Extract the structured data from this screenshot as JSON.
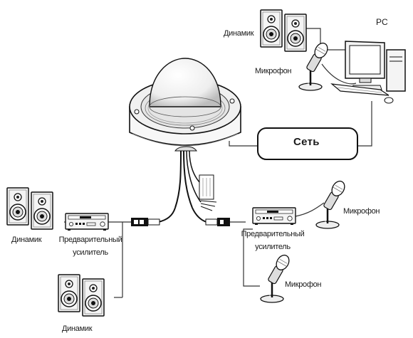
{
  "labels": {
    "pc": "PC",
    "network": "Сеть",
    "speaker_pc": "Динамик",
    "mic_pc": "Микрофон",
    "speaker_left": "Динамик",
    "preamp_left_line1": "Предварительный",
    "preamp_left_line2": "усилитель",
    "speaker_bottom": "Динамик",
    "preamp_right_line1": "Предварительный",
    "preamp_right_line2": "усилитель",
    "mic_right": "Микрофон",
    "mic_bottom": "Микрофон"
  }
}
